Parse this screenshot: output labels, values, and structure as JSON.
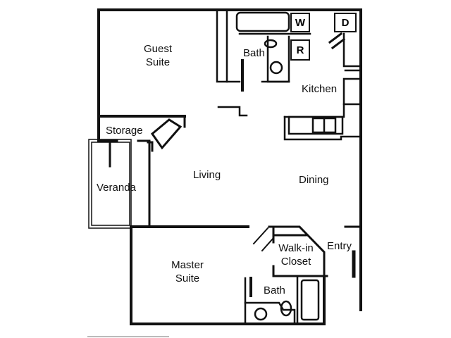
{
  "floorplan": {
    "rooms": {
      "guest_suite": "Guest\nSuite",
      "bath_upper": "Bath",
      "kitchen": "Kitchen",
      "storage": "Storage",
      "living": "Living",
      "dining": "Dining",
      "veranda": "Veranda",
      "master_suite": "Master\nSuite",
      "walk_in_closet": "Walk-in\nCloset",
      "entry": "Entry",
      "bath_lower": "Bath"
    },
    "appliances": {
      "washer": "W",
      "dryer": "D",
      "refrigerator": "R"
    },
    "colors": {
      "wall": "#111111",
      "background": "#ffffff",
      "scale_bar": "#bbbbbb"
    }
  }
}
